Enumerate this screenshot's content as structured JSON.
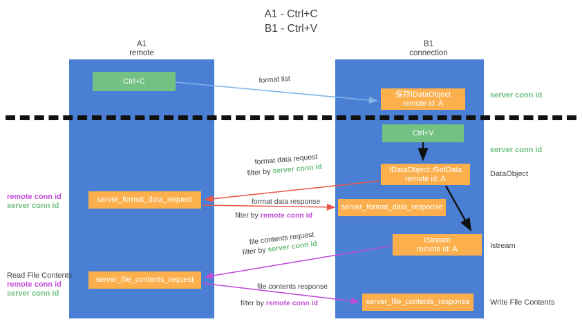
{
  "title": {
    "line1": "A1 - Ctrl+C",
    "line2": "B1 - Ctrl+V"
  },
  "lanes": [
    {
      "name": "A1",
      "sub": "remote"
    },
    {
      "name": "B1",
      "sub": "connection"
    }
  ],
  "boxes": {
    "ctrl_c": "Ctrl+C",
    "save_idataobject": "保存IDataObject",
    "save_idataobject_sub": "remote id: A",
    "ctrl_v": "Ctrl+V",
    "getdata": "IDataObject::GetData",
    "getdata_sub": "remote id: A",
    "istream": "IStream",
    "istream_sub": "remote id: A",
    "server_format_data_request": "server_format_data_request",
    "server_format_data_response": "server_format_data_response",
    "server_file_contents_request": "server_file_contents_request",
    "server_file_contents_response": "server_file_contents_response"
  },
  "edge_labels": {
    "format_list": "format list",
    "format_data_request": "format data request",
    "filter_by": "filter by ",
    "server_conn_id": "server conn id",
    "format_data_response": "format data response",
    "remote_conn_id": "remote conn id",
    "file_contents_request": "file contents request",
    "file_contents_response": "file contents response"
  },
  "right_notes": {
    "server_conn_id_1": "server conn id",
    "server_conn_id_2": "server conn id",
    "dataobject": "DataObject",
    "istream": "Istream",
    "write_file_contents": "Write File Contents"
  },
  "left_notes": {
    "remote_conn_id_1": "remote conn id",
    "server_conn_id_1": "server conn id",
    "read_file_contents": "Read File Contents",
    "remote_conn_id_2": "remote conn id",
    "server_conn_id_2": "server conn id"
  },
  "colors": {
    "lane": "#4a7fd4",
    "green_box": "#73c183",
    "orange_box": "#fbb04d",
    "server_conn_id": "#6cbf7e",
    "remote_conn_id": "#c04ed8",
    "arrow_blue": "#7fb5e8",
    "arrow_red": "#e8594a",
    "arrow_black": "#111111",
    "arrow_magenta": "#c04ed8",
    "divider": "#111111"
  }
}
